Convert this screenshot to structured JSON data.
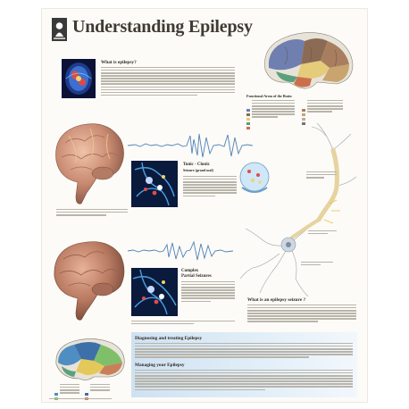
{
  "poster": {
    "title": "Understanding Epilepsy",
    "headings": {
      "what_is": "What is epilepsy?",
      "tonic_clonic_1": "Tonic - Clonic",
      "tonic_clonic_2": "Seizure (grand mal)",
      "complex_1": "Complex",
      "complex_2": "Partial Seizures",
      "seizure_question": "What is an epilepsy seizure ?",
      "diagnosing": "Diagnosing and treating Epilepsy",
      "managing": "Managing your Epilepsy",
      "lobes": "Functional Areas of the Brain"
    },
    "colors": {
      "accent_blue": "#cfe2f1",
      "brain_pink": "#c98b72",
      "neuron_yellow": "#e8d8a8"
    }
  }
}
